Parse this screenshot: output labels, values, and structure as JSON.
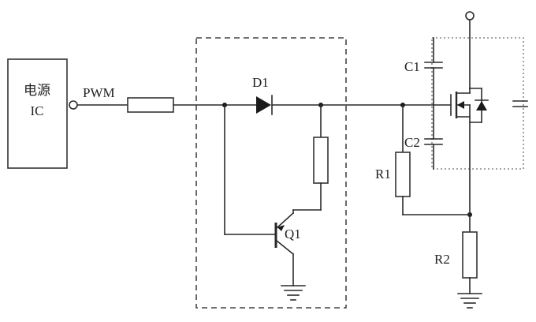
{
  "ic": {
    "line1": "电源",
    "line2": "IC"
  },
  "labels": {
    "pwm": "PWM",
    "d1": "D1",
    "q1": "Q1",
    "c1": "C1",
    "c2": "C2",
    "r1": "R1",
    "r2": "R2"
  }
}
